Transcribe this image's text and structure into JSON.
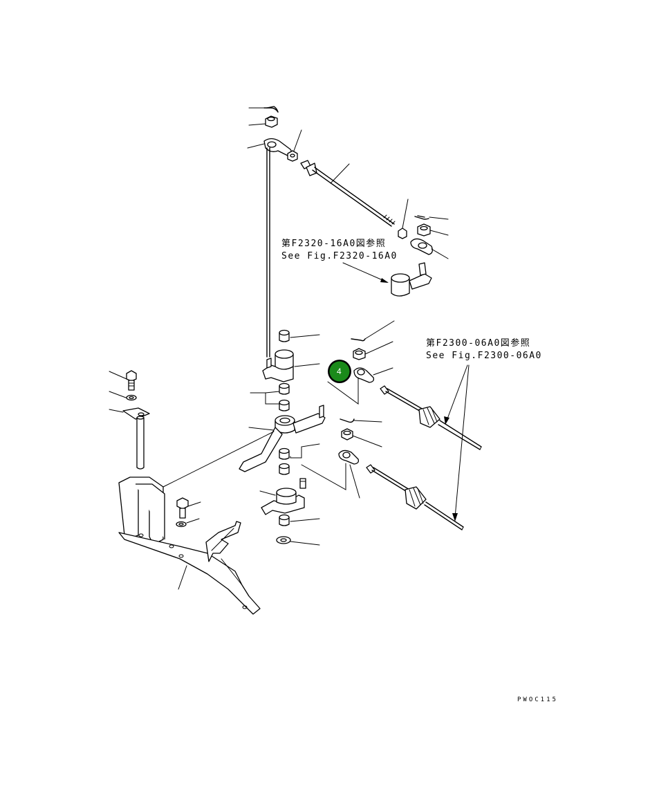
{
  "references": {
    "upper": {
      "jp": "第F2320-16A0図参照",
      "en": "See Fig.F2320-16A0"
    },
    "right": {
      "jp": "第F2300-06A0図参照",
      "en": "See Fig.F2300-06A0"
    }
  },
  "callout": {
    "number": "4",
    "color": "#1a8a1a"
  },
  "drawing_code": "PWOC115"
}
